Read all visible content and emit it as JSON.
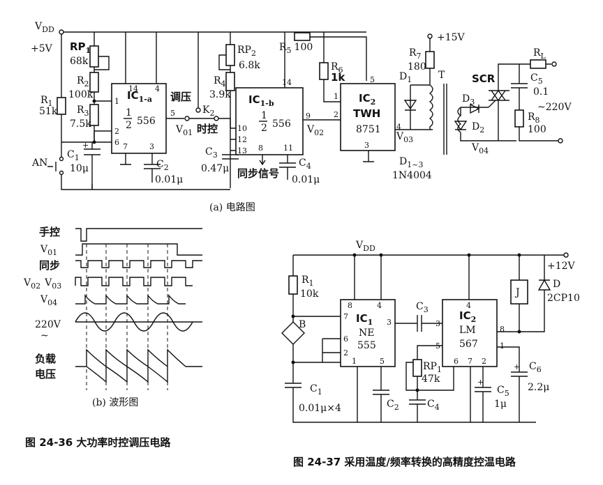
{
  "fig36": {
    "vdd": "V",
    "vdd_sub": "DD",
    "supply": "+5V",
    "rp1": "RP",
    "rp1_sub": "1",
    "rp1_val": "68k",
    "r2": "R",
    "r2_sub": "2",
    "r2_val": "100k",
    "r3": "R",
    "r3_sub": "3",
    "r3_val": "7.5k",
    "r1": "R",
    "r1_sub": "1",
    "r1_val": "51k",
    "an": "AN",
    "c1": "C",
    "c1_sub": "1",
    "c1_val": "10μ",
    "ic1a": "IC",
    "ic1a_sub": "1-a",
    "ic1b": "IC",
    "ic1b_sub": "1-b",
    "half": "1",
    "half_den": "2",
    "chip556": "556",
    "pins_a": [
      "14",
      "4",
      "1",
      "2",
      "6",
      "7",
      "3",
      "5"
    ],
    "pins_b": [
      "14",
      "10",
      "12",
      "13",
      "8",
      "11",
      "9"
    ],
    "tiaoya": "调压",
    "k2": "K",
    "k2_sub": "2",
    "v01": "V",
    "v01_sub": "01",
    "shikong": "时控",
    "rp2": "RP",
    "rp2_sub": "2",
    "rp2_val": "6.8k",
    "r4": "R",
    "r4_sub": "4",
    "r4_val": "3.9k",
    "c2": "C",
    "c2_sub": "2",
    "c2_val": "0.01μ",
    "c3": "C",
    "c3_sub": "3",
    "c3_val": "0.47μ",
    "sync_sig": "同步信号",
    "c4": "C",
    "c4_sub": "4",
    "c4_val": "0.01μ",
    "v02": "V",
    "v02_sub": "02",
    "r5": "R",
    "r5_sub": "5",
    "r5_val": "100",
    "r6": "R",
    "r6_sub": "6",
    "r6_val": "1k",
    "ic2": "IC",
    "ic2_sub": "2",
    "twh": "TWH",
    "twh_num": "8751",
    "pins_ic2": [
      "5",
      "1",
      "2",
      "4",
      "3"
    ],
    "v03": "V",
    "v03_sub": "03",
    "supply15": "+15V",
    "r7": "R",
    "r7_sub": "7",
    "r7_val": "180",
    "d1": "D",
    "d1_sub": "1",
    "t": "T",
    "d13": "D",
    "d13_sub": "1~3",
    "diode_type": "1N4004",
    "scr": "SCR",
    "d3": "D",
    "d3_sub": "3",
    "d2": "D",
    "d2_sub": "2",
    "v04": "V",
    "v04_sub": "04",
    "rl": "R",
    "rl_sub": "L",
    "c5": "C",
    "c5_sub": "5",
    "c5_val": "0.1",
    "r8": "R",
    "r8_sub": "8",
    "r8_val": "100",
    "ac": "~220V",
    "caption_a": "(a)  电路图",
    "wave_labels": [
      "手控",
      "V",
      "同步",
      "V",
      "V",
      "V",
      "220V",
      "~",
      "负载",
      "电压"
    ],
    "wave_subs": [
      "01",
      "02",
      "03",
      "04"
    ],
    "caption_b": "(b)  波形图",
    "fig_title": "图 24-36    大功率时控调压电路"
  },
  "fig37": {
    "vdd": "V",
    "vdd_sub": "DD",
    "supply": "+12V",
    "r1": "R",
    "r1_sub": "1",
    "r1_val": "10k",
    "b": "B",
    "ic1": "IC",
    "ic1_sub": "1",
    "ne": "NE",
    "ne_num": "555",
    "pins_ic1": [
      "8",
      "4",
      "7",
      "3",
      "6",
      "2",
      "1",
      "5"
    ],
    "c3": "C",
    "c3_sub": "3",
    "ic2": "IC",
    "ic2_sub": "2",
    "lm": "LM",
    "lm_num": "567",
    "pins_ic2": [
      "4",
      "3",
      "8",
      "5",
      "1",
      "6",
      "7",
      "2"
    ],
    "j": "J",
    "d": "D",
    "d_type": "2CP10",
    "rp1": "RP",
    "rp1_sub": "1",
    "rp1_val": "47k",
    "c1": "C",
    "c1_sub": "1",
    "c1_val": "0.01μ×4",
    "c2": "C",
    "c2_sub": "2",
    "c4": "C",
    "c4_sub": "4",
    "c5": "C",
    "c5_sub": "5",
    "c5_val": "1μ",
    "c6": "C",
    "c6_sub": "6",
    "c6_val": "2.2μ",
    "fig_title": "图 24-37    采用温度/频率转换的高精度控温电路"
  }
}
